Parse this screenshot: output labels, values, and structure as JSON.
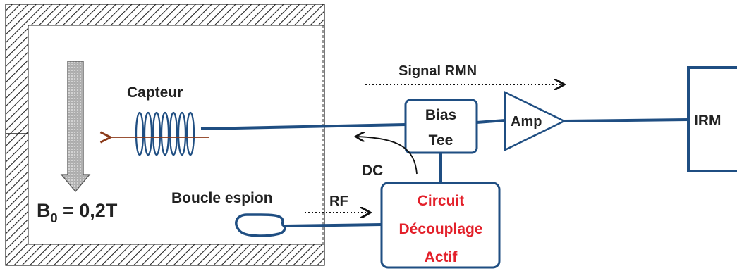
{
  "labels": {
    "signal": "Signal RMN",
    "capteur": "Capteur",
    "bias_line1": "Bias",
    "bias_line2": "Tee",
    "amp": "Amp",
    "irm": "IRM",
    "dc": "DC",
    "rf": "RF",
    "boucle": "Boucle espion",
    "field_b": "B",
    "field_sub": "0",
    "field_value": " = 0,2T",
    "circuit_line1": "Circuit",
    "circuit_line2": "Découplage",
    "circuit_line3": "Actif"
  },
  "colors": {
    "wire": "#1f4e82",
    "circuit_text": "#e3202a",
    "coil_arrow": "#8b3a1a",
    "hatch": "#222222",
    "b_arrow_fill": "#bdbdbd"
  }
}
